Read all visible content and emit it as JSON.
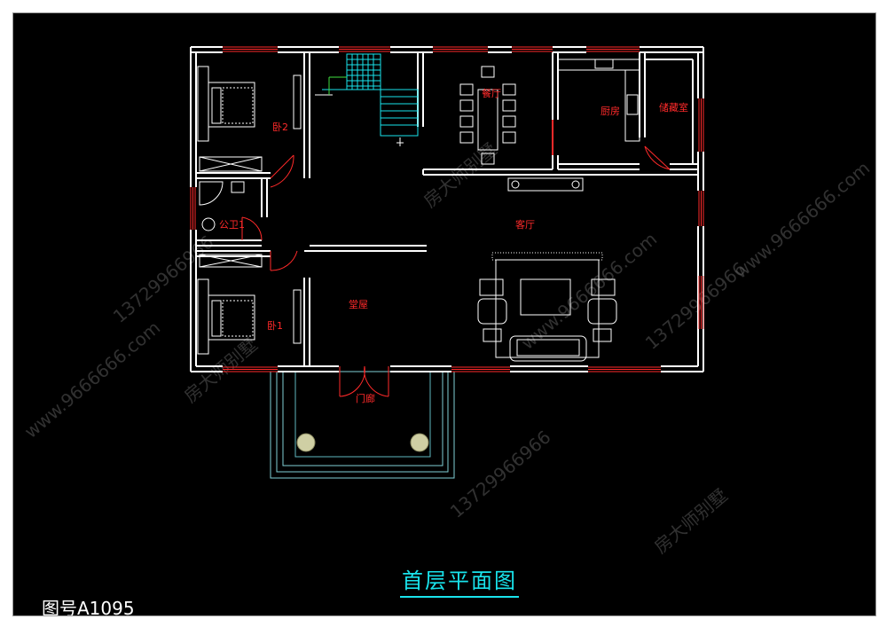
{
  "rooms": {
    "bedroom2": "卧2",
    "dining": "餐厅",
    "kitchen": "厨房",
    "storage": "储藏室",
    "bathroom": "公卫1",
    "living": "客厅",
    "hall": "堂屋",
    "bedroom1": "卧1",
    "porch": "门廊"
  },
  "watermark": {
    "brand": "房大师别墅",
    "phone": "13729966966",
    "site": "www.9666666.com"
  },
  "title": "首层平面图",
  "drawing_number": "图号A1095",
  "colors": {
    "background": "#000000",
    "wall": "#ffffff",
    "window": "#ff2a2a",
    "stairs": "#19e3ec",
    "terrace": "#7fd0d6",
    "door": "#ff2a2a",
    "title": "#19e3ec",
    "watermark": "#5a5a5a",
    "column": "#c9c9a0"
  }
}
